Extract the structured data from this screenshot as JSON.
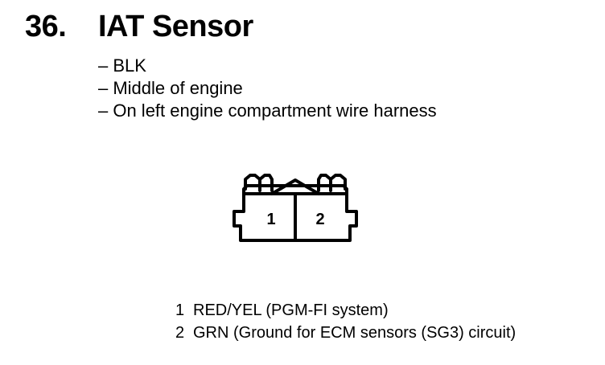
{
  "heading": {
    "number": "36.",
    "title": "IAT Sensor"
  },
  "details": [
    "– BLK",
    "– Middle of engine",
    "– On left engine compartment wire harness"
  ],
  "connector": {
    "terminals": [
      "1",
      "2"
    ]
  },
  "pins": [
    {
      "number": "1",
      "description": "RED/YEL (PGM-FI system)"
    },
    {
      "number": "2",
      "description": "GRN (Ground for ECM sensors (SG3) circuit)"
    }
  ]
}
